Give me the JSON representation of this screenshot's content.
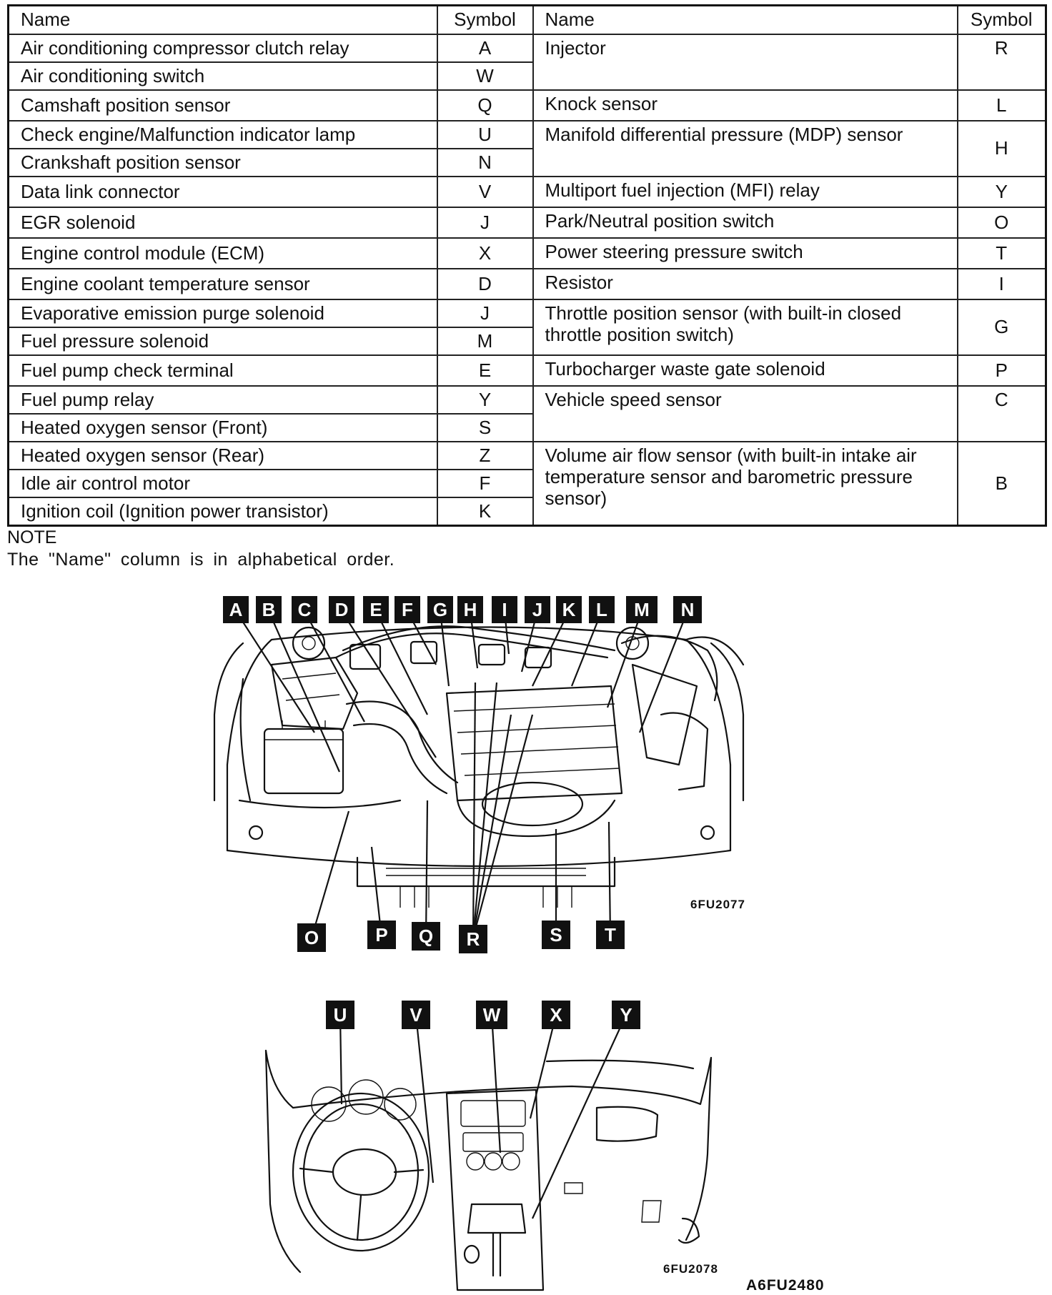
{
  "table": {
    "headers": {
      "name_left": "Name",
      "symbol_left": "Symbol",
      "name_right": "Name",
      "symbol_right": "Symbol"
    },
    "left": [
      {
        "name": "Air conditioning compressor clutch relay",
        "symbol": "A"
      },
      {
        "name": "Air conditioning switch",
        "symbol": "W"
      },
      {
        "name": "Camshaft position sensor",
        "symbol": "Q"
      },
      {
        "name": "Check engine/Malfunction indicator lamp",
        "symbol": "U"
      },
      {
        "name": "Crankshaft position sensor",
        "symbol": "N"
      },
      {
        "name": "Data link connector",
        "symbol": "V"
      },
      {
        "name": "EGR solenoid",
        "symbol": "J"
      },
      {
        "name": "Engine control module (ECM)",
        "symbol": "X"
      },
      {
        "name": "Engine coolant temperature sensor",
        "symbol": "D"
      },
      {
        "name": "Evaporative emission purge solenoid",
        "symbol": "J"
      },
      {
        "name": "Fuel pressure solenoid",
        "symbol": "M"
      },
      {
        "name": "Fuel pump check terminal",
        "symbol": "E"
      },
      {
        "name": "Fuel pump relay",
        "symbol": "Y"
      },
      {
        "name": "Heated oxygen sensor (Front)",
        "symbol": "S"
      },
      {
        "name": "Heated oxygen sensor (Rear)",
        "symbol": "Z"
      },
      {
        "name": "Idle air control motor",
        "symbol": "F"
      },
      {
        "name": "Ignition coil (Ignition power transistor)",
        "symbol": "K"
      }
    ],
    "right": [
      {
        "name": "Injector",
        "symbol": "R"
      },
      {
        "name": "Knock sensor",
        "symbol": "L"
      },
      {
        "name": "Manifold differential pressure (MDP) sensor",
        "symbol": "H"
      },
      {
        "name": "Multiport fuel injection (MFI) relay",
        "symbol": "Y"
      },
      {
        "name": "Park/Neutral position switch",
        "symbol": "O"
      },
      {
        "name": "Power steering pressure switch",
        "symbol": "T"
      },
      {
        "name": "Resistor",
        "symbol": "I"
      },
      {
        "name": "Throttle position sensor (with built-in closed throttle position switch)",
        "symbol": "G"
      },
      {
        "name": "Turbocharger waste gate solenoid",
        "symbol": "P"
      },
      {
        "name": "Vehicle speed sensor",
        "symbol": "C"
      },
      {
        "name": "Volume air flow sensor (with built-in intake air temperature sensor and barometric pressure sensor)",
        "symbol": "B"
      }
    ]
  },
  "note": {
    "title": "NOTE",
    "text": "The \"Name\" column is in alphabetical order."
  },
  "engine_diagram": {
    "top_labels": [
      "A",
      "B",
      "C",
      "D",
      "E",
      "F",
      "G",
      "H",
      "I",
      "J",
      "K",
      "L",
      "M",
      "N"
    ],
    "bottom_labels": [
      "O",
      "P",
      "Q",
      "R",
      "S",
      "T"
    ],
    "figure_code": "6FU2077"
  },
  "dash_diagram": {
    "labels": [
      "U",
      "V",
      "W",
      "X",
      "Y"
    ],
    "figure_code": "6FU2078"
  },
  "page_code": "A6FU2480"
}
